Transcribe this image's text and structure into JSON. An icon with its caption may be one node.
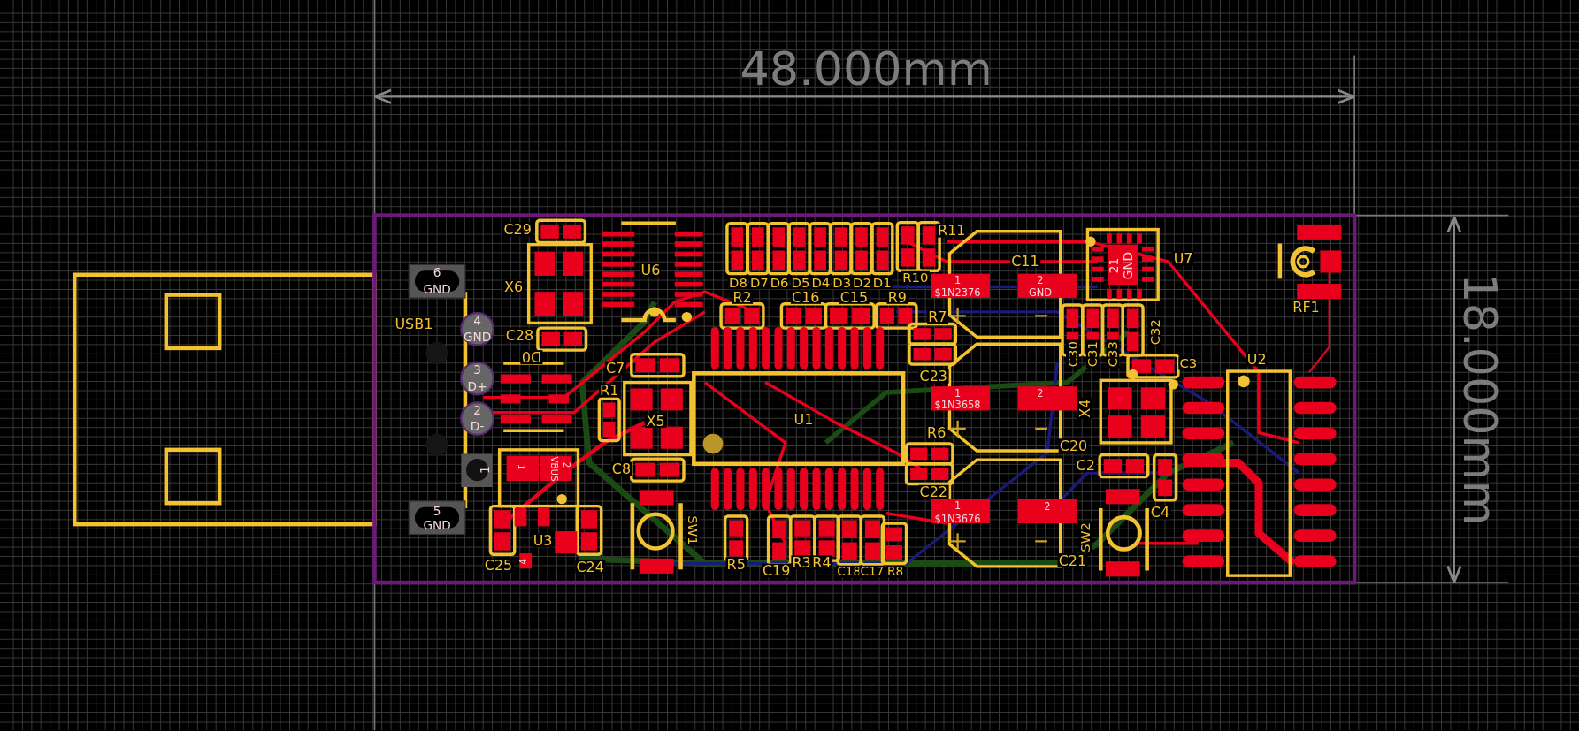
{
  "diagram": {
    "labels": [
      "48.000mm",
      "18.000mm",
      "C29",
      "U6",
      "D8",
      "D7",
      "D6",
      "D5",
      "D4",
      "D3",
      "D2",
      "D1",
      "R11",
      "R10",
      "C11",
      "U7",
      "21",
      "GND",
      "6",
      "GND",
      "X6",
      "1",
      "$1N2376",
      "2",
      "GND",
      "RF1",
      "R2",
      "C16",
      "C15",
      "R9",
      "4",
      "GND",
      "USB1",
      "C28",
      "R7",
      "C30",
      "C31",
      "C33",
      "C32",
      "D0",
      "C7",
      "C3",
      "U2",
      "3",
      "D+",
      "R1",
      "C23",
      "1",
      "$1N3658",
      "2",
      "X4",
      "X5",
      "U1",
      "2",
      "D-",
      "R6",
      "C20",
      "1",
      "1",
      "2",
      "VBUS",
      "C8",
      "C2",
      "C22",
      "5",
      "GND",
      "1",
      "$1N3676",
      "2",
      "C4",
      "SW1",
      "SW2",
      "U3",
      "R5",
      "R3",
      "R4",
      "C19",
      "C18",
      "C17",
      "R8",
      "C25",
      "4",
      "C24",
      "C21"
    ]
  }
}
